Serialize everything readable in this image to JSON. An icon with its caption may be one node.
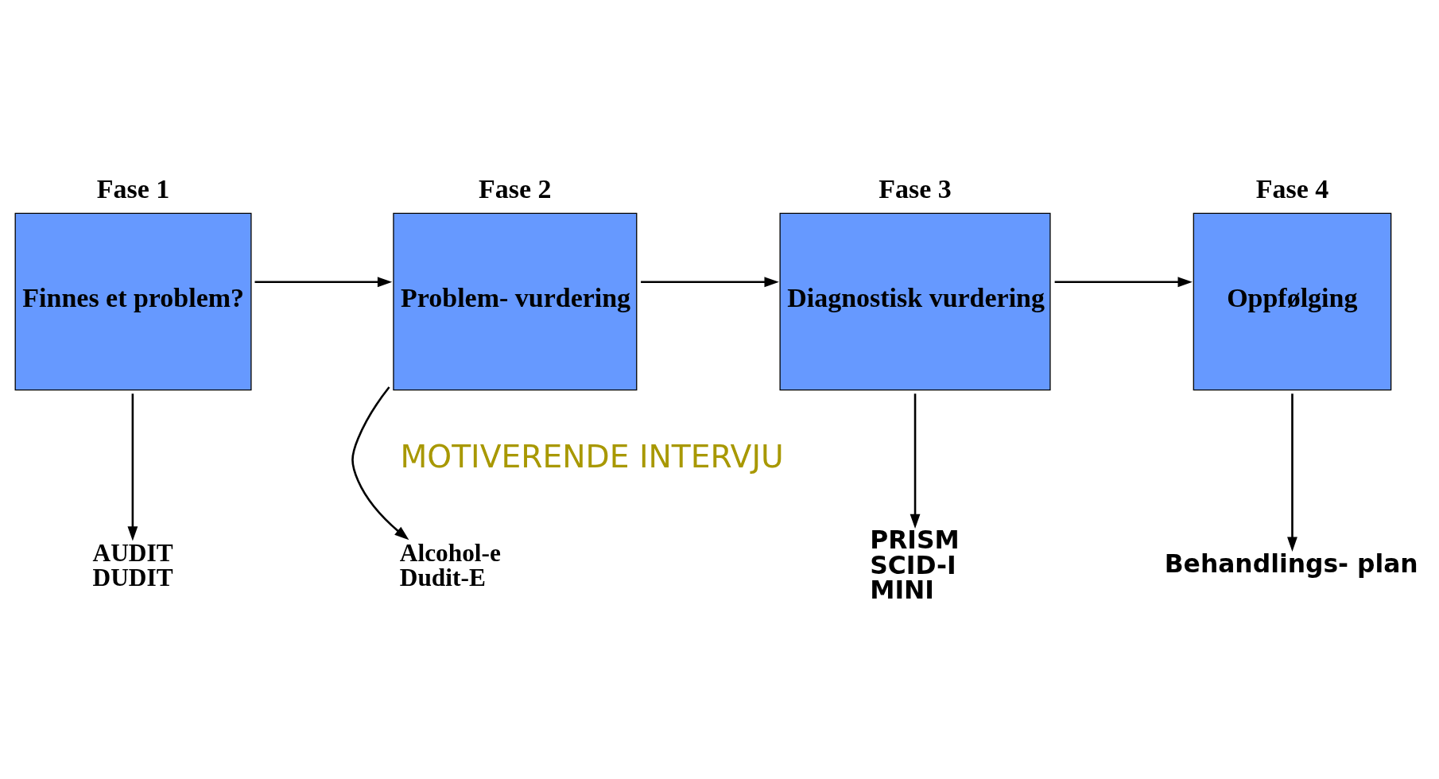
{
  "diagram": {
    "nodes": [
      {
        "text": [
          "Fase 1",
          "Finnes et problem?"
        ]
      },
      {
        "text": [
          "Fase 2",
          "Problem- vurdering"
        ]
      },
      {
        "text": [
          "Fase 3",
          "Diagnostisk vurdering"
        ]
      },
      {
        "text": [
          "Fase 4",
          "Oppfølging"
        ]
      },
      {
        "text": [
          "AUDIT",
          "DUDIT"
        ]
      },
      {
        "text": [
          "Alcohol-e",
          "Dudit-E"
        ]
      },
      {
        "text": [
          "PRISM",
          "SCID-I",
          "MINI"
        ]
      },
      {
        "text": [
          "Behandlings- plan"
        ]
      }
    ],
    "edges": [
      {
        "from": 0,
        "to": 1,
        "arrow": "to"
      },
      {
        "from": 1,
        "to": 2,
        "arrow": "to"
      },
      {
        "from": 2,
        "to": 3,
        "arrow": "to"
      },
      {
        "from": 0,
        "to": 4,
        "arrow": "to"
      },
      {
        "from": 1,
        "to": 5,
        "arrow": "to"
      },
      {
        "from": 2,
        "to": 6,
        "arrow": "to"
      },
      {
        "from": 3,
        "to": 7,
        "arrow": "to"
      }
    ],
    "labels": [
      "MOTIVERENDE INTERVJU"
    ]
  }
}
